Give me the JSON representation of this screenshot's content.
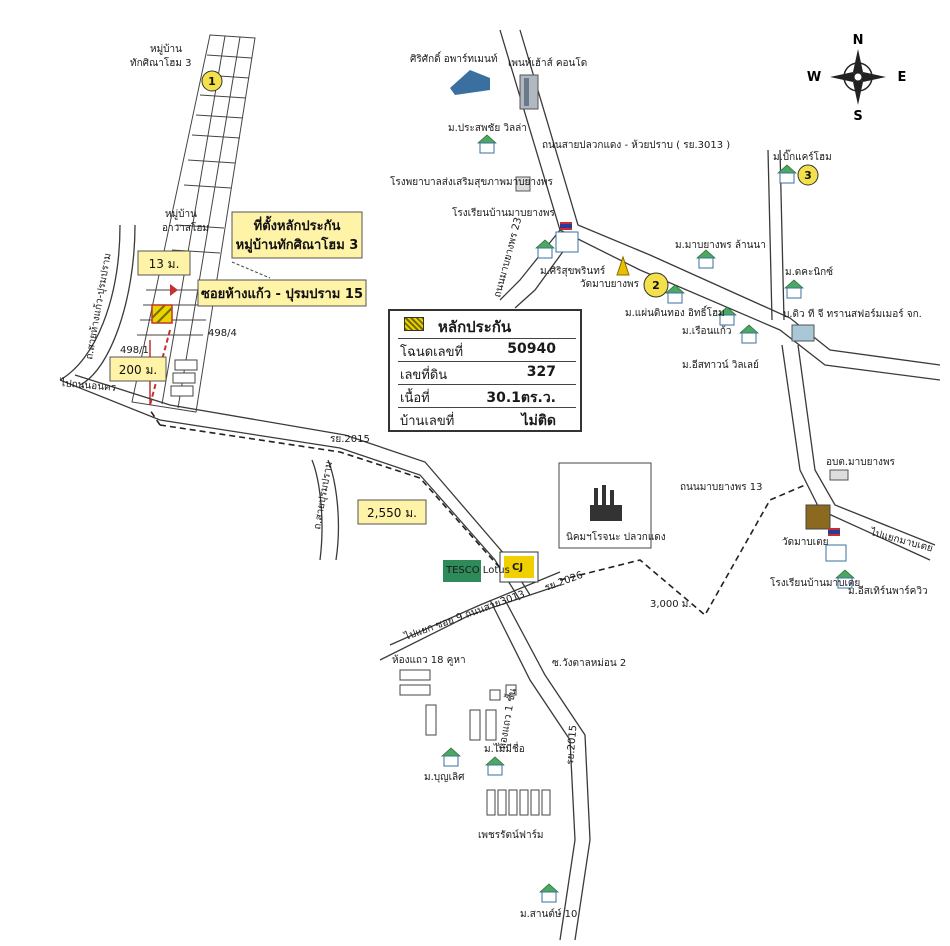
{
  "compass": {
    "n": "N",
    "s": "S",
    "e": "E",
    "w": "W"
  },
  "collateral_box": {
    "title": "หลักประกัน",
    "rows": [
      {
        "key": "โฉนดเลขที่",
        "value": "50940"
      },
      {
        "key": "เลขที่ดิน",
        "value": "327"
      },
      {
        "key": "เนื้อที่",
        "value": "30.1ตร.ว."
      },
      {
        "key": "บ้านเลขที่",
        "value": "ไม่ติด"
      }
    ]
  },
  "callouts": {
    "location_line1": "ที่ตั้งหลักประกัน",
    "location_line2": "หมู่บ้านทักศิณาโฮม 3",
    "soi": "ซอยห้างแก้ว - ปุรมปราม 15",
    "dist_13m": "13 ม.",
    "dist_200m": "200 ม.",
    "dist_2550m": "2,550 ม."
  },
  "badges": [
    "1",
    "2",
    "3"
  ],
  "labels": {
    "village1": "หมู่บ้าน",
    "village1b": "ทักศิณาโฮม 3",
    "village2": "หมู่บ้าน",
    "village2b": "อาวาสโฮม",
    "house_498_4": "498/4",
    "house_498_1": "498/1",
    "road_hangkaew": "ถ.สายห้างแก้ว-ปุรมปราม",
    "to_nakhon": "ไปถนนอนคร",
    "rd2015_top": "รย.2015",
    "road_pathum": "ถ.สายปุรมปราม",
    "sirasak": "ศิริศักดิ์ อพาร์ทเมนท์",
    "penthouse": "เพนท์เฮ้าส์ คอนโด",
    "prasopchai": "ม.ประสพชัย วิลล่า",
    "road_main": "ถนนสายปลวกแดง - ห้วยปราบ ( รย.3013 )",
    "hospital": "โรงพยาบาลส่งเสริมสุขภาพมาบยางพร",
    "school_mabyang": "โรงเรียนบ้านมาบยางพร",
    "road_mabyang23": "ถนนมาบยางพร 23",
    "siri_suk": "ม.ศิริสุขพรินทร์",
    "wat_mabyang": "วัดมาบยางพร",
    "mabyang_lanna": "ม.มาบยางพร ล้านนา",
    "paedin": "ม.แผ่นดินทอง อิทธิ์โฮม",
    "ruenkaew": "ม.เรือนแก้ว",
    "easttown": "ม.อีสทาวน์ วิลเลย์",
    "bigcare": "ม.บิ๊กแคร์โฮม",
    "dakanic": "ม.ดคะนิกซ์",
    "bgtc": "บ.ดิว ที จี ทรานสฟอร์มเมอร์ จก.",
    "obt": "อบต.มาบยางพร",
    "road_mabyang13": "ถนนมาบยางพร 13",
    "industrial": "นิคมฯโรจนะ ปลวกแดง",
    "to_makkhaeng": "ไปแยกมาบเตย",
    "wat_maptey": "วัดมาบเตย",
    "school_maptey": "โรงเรียนบ้านมาบเตย",
    "eastern_view": "ม.อีสเทิร์นพาร์ควิว",
    "dist_3000": "3,000 ม.",
    "tesco": "TESCO Lotus",
    "cj": "CJ",
    "rd2026": "รย.2026",
    "to_soi9": "ไปแยก ซอย 9 ถนนสาย3013",
    "flat18": "ห้องแถว 18 คูหา",
    "cheungdab": "ซ.วังตาลหม่อน 2",
    "flat1": "ห้องแถว 1 ชั้น",
    "maimeechue": "ม.ไม่มีชื่อ",
    "boonlert": "ม.บุญเลิศ",
    "rd2015_bottom": "รย.2015",
    "petchara": "เพชรรัตน์ฟาร์ม",
    "santisuk": "ม.สานต์ษ์ 10"
  },
  "colors": {
    "callout_fill": "#fff3a8",
    "accent_red": "#c43030",
    "house_green": "#4aa860"
  }
}
